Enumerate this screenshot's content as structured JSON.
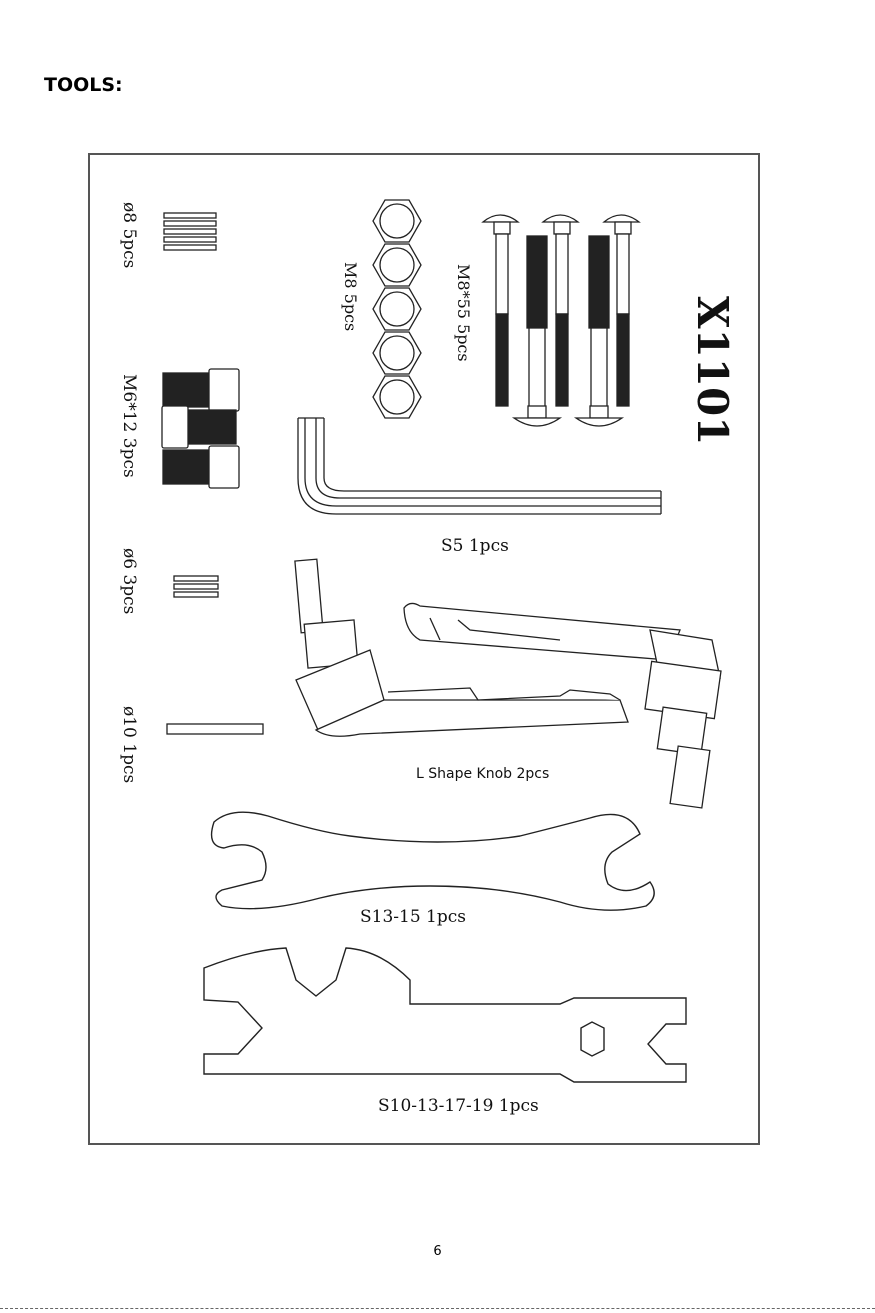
{
  "heading": "TOOLS:",
  "kit_code": "X1101",
  "items": {
    "pin8": "ø8 5pcs",
    "bolt_m6": "M6*12 3pcs",
    "pin6": "ø6 3pcs",
    "pin10": "ø10 1pcs",
    "nut_m8": "M8  5pcs",
    "bolt_m8": "M8*55  5pcs",
    "hex_key": "S5   1pcs",
    "knob": "L Shape Knob 2pcs",
    "wrench_small": "S13-15   1pcs",
    "wrench_multi": "S10-13-17-19  1pcs"
  },
  "page_number": "6"
}
